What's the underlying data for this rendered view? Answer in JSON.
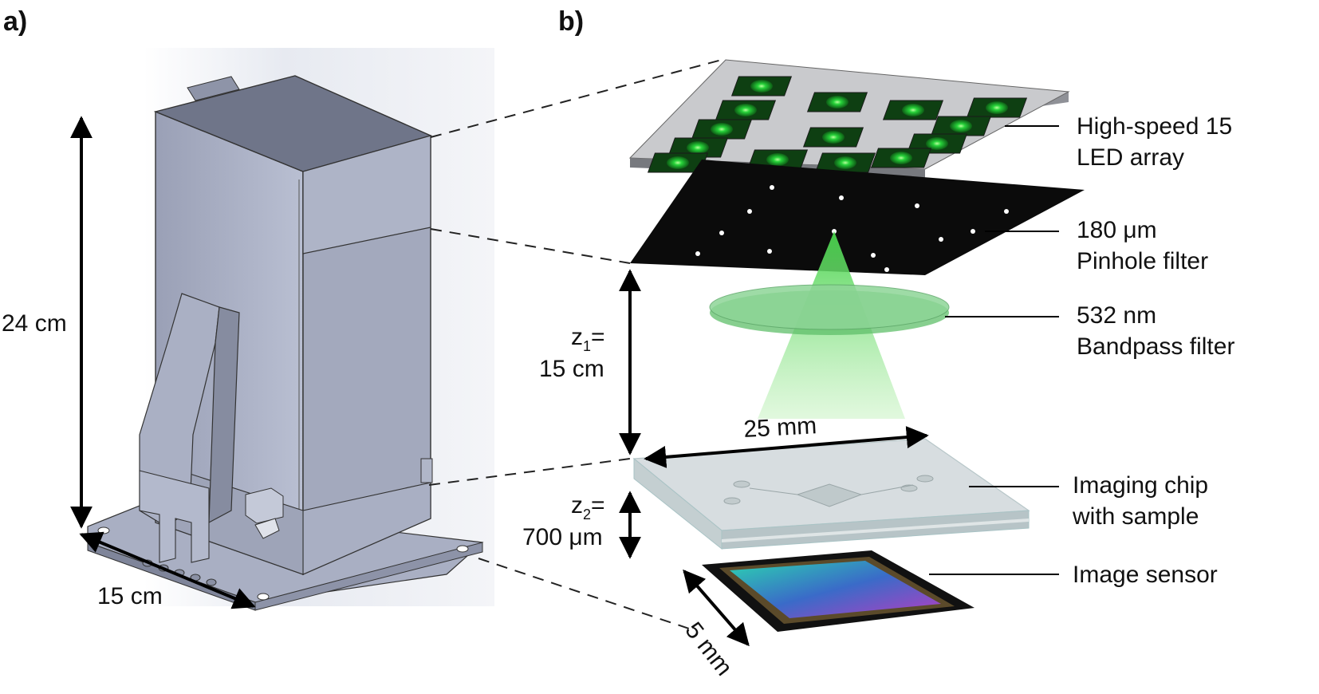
{
  "panels": {
    "a": "a)",
    "b": "b)"
  },
  "device": {
    "height_label": "24 cm",
    "width_label": "15 cm"
  },
  "setup": {
    "z1_label_line1": "z",
    "z1_sub": "1",
    "z1_label_line2": "=",
    "z1_value": "15 cm",
    "z2_label_line1": "z",
    "z2_sub": "2",
    "z2_label_line2": "=",
    "z2_value": "700 μm",
    "chip_width": "25 mm",
    "sensor_size": "5 mm"
  },
  "components": [
    {
      "line1": "High-speed 15",
      "line2": "LED array"
    },
    {
      "line1": "180 μm",
      "line2": "Pinhole filter"
    },
    {
      "line1": "532 nm",
      "line2": "Bandpass filter"
    },
    {
      "line1": "Imaging chip",
      "line2": "with sample"
    },
    {
      "line1": "Image sensor",
      "line2": ""
    }
  ],
  "colors": {
    "led_green": "#27d23a",
    "device_body": "#a7adc2",
    "filter_green": "#7fd088",
    "sensor_gradient": [
      "#2bd3b0",
      "#3a6bc8",
      "#b63dc2"
    ]
  }
}
